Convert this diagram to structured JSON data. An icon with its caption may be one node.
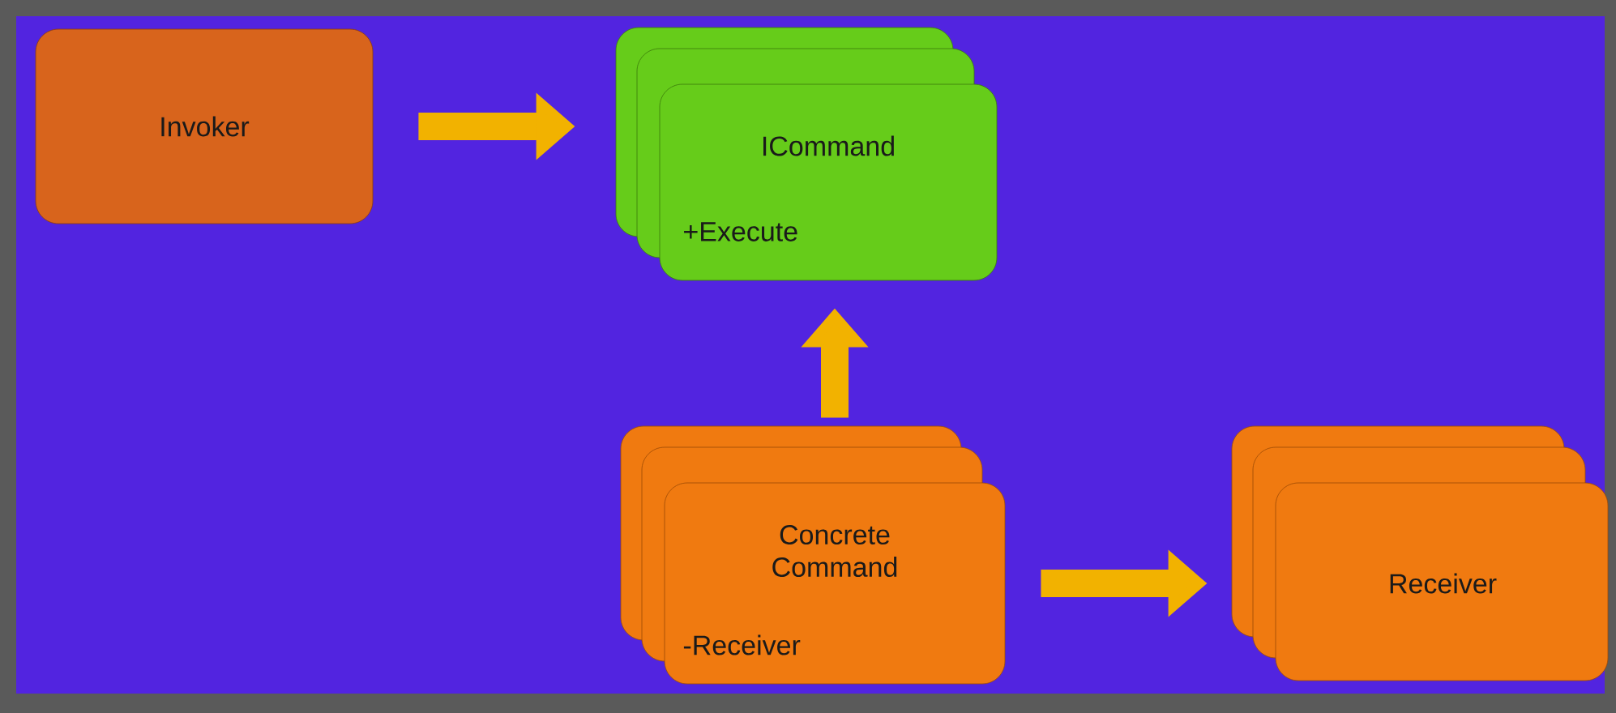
{
  "diagram": {
    "nodes": [
      {
        "text": [
          "Invoker"
        ]
      },
      {
        "text": [
          "ICommand",
          "+Execute"
        ]
      },
      {
        "text": [
          "Concrete Command",
          "-Receiver"
        ]
      },
      {
        "text": [
          "Receiver"
        ]
      }
    ],
    "edges": [
      {
        "from": 0,
        "to": 1,
        "arrow": "to"
      },
      {
        "from": 2,
        "to": 1,
        "arrow": "to"
      },
      {
        "from": 2,
        "to": 3,
        "arrow": "to"
      }
    ]
  }
}
